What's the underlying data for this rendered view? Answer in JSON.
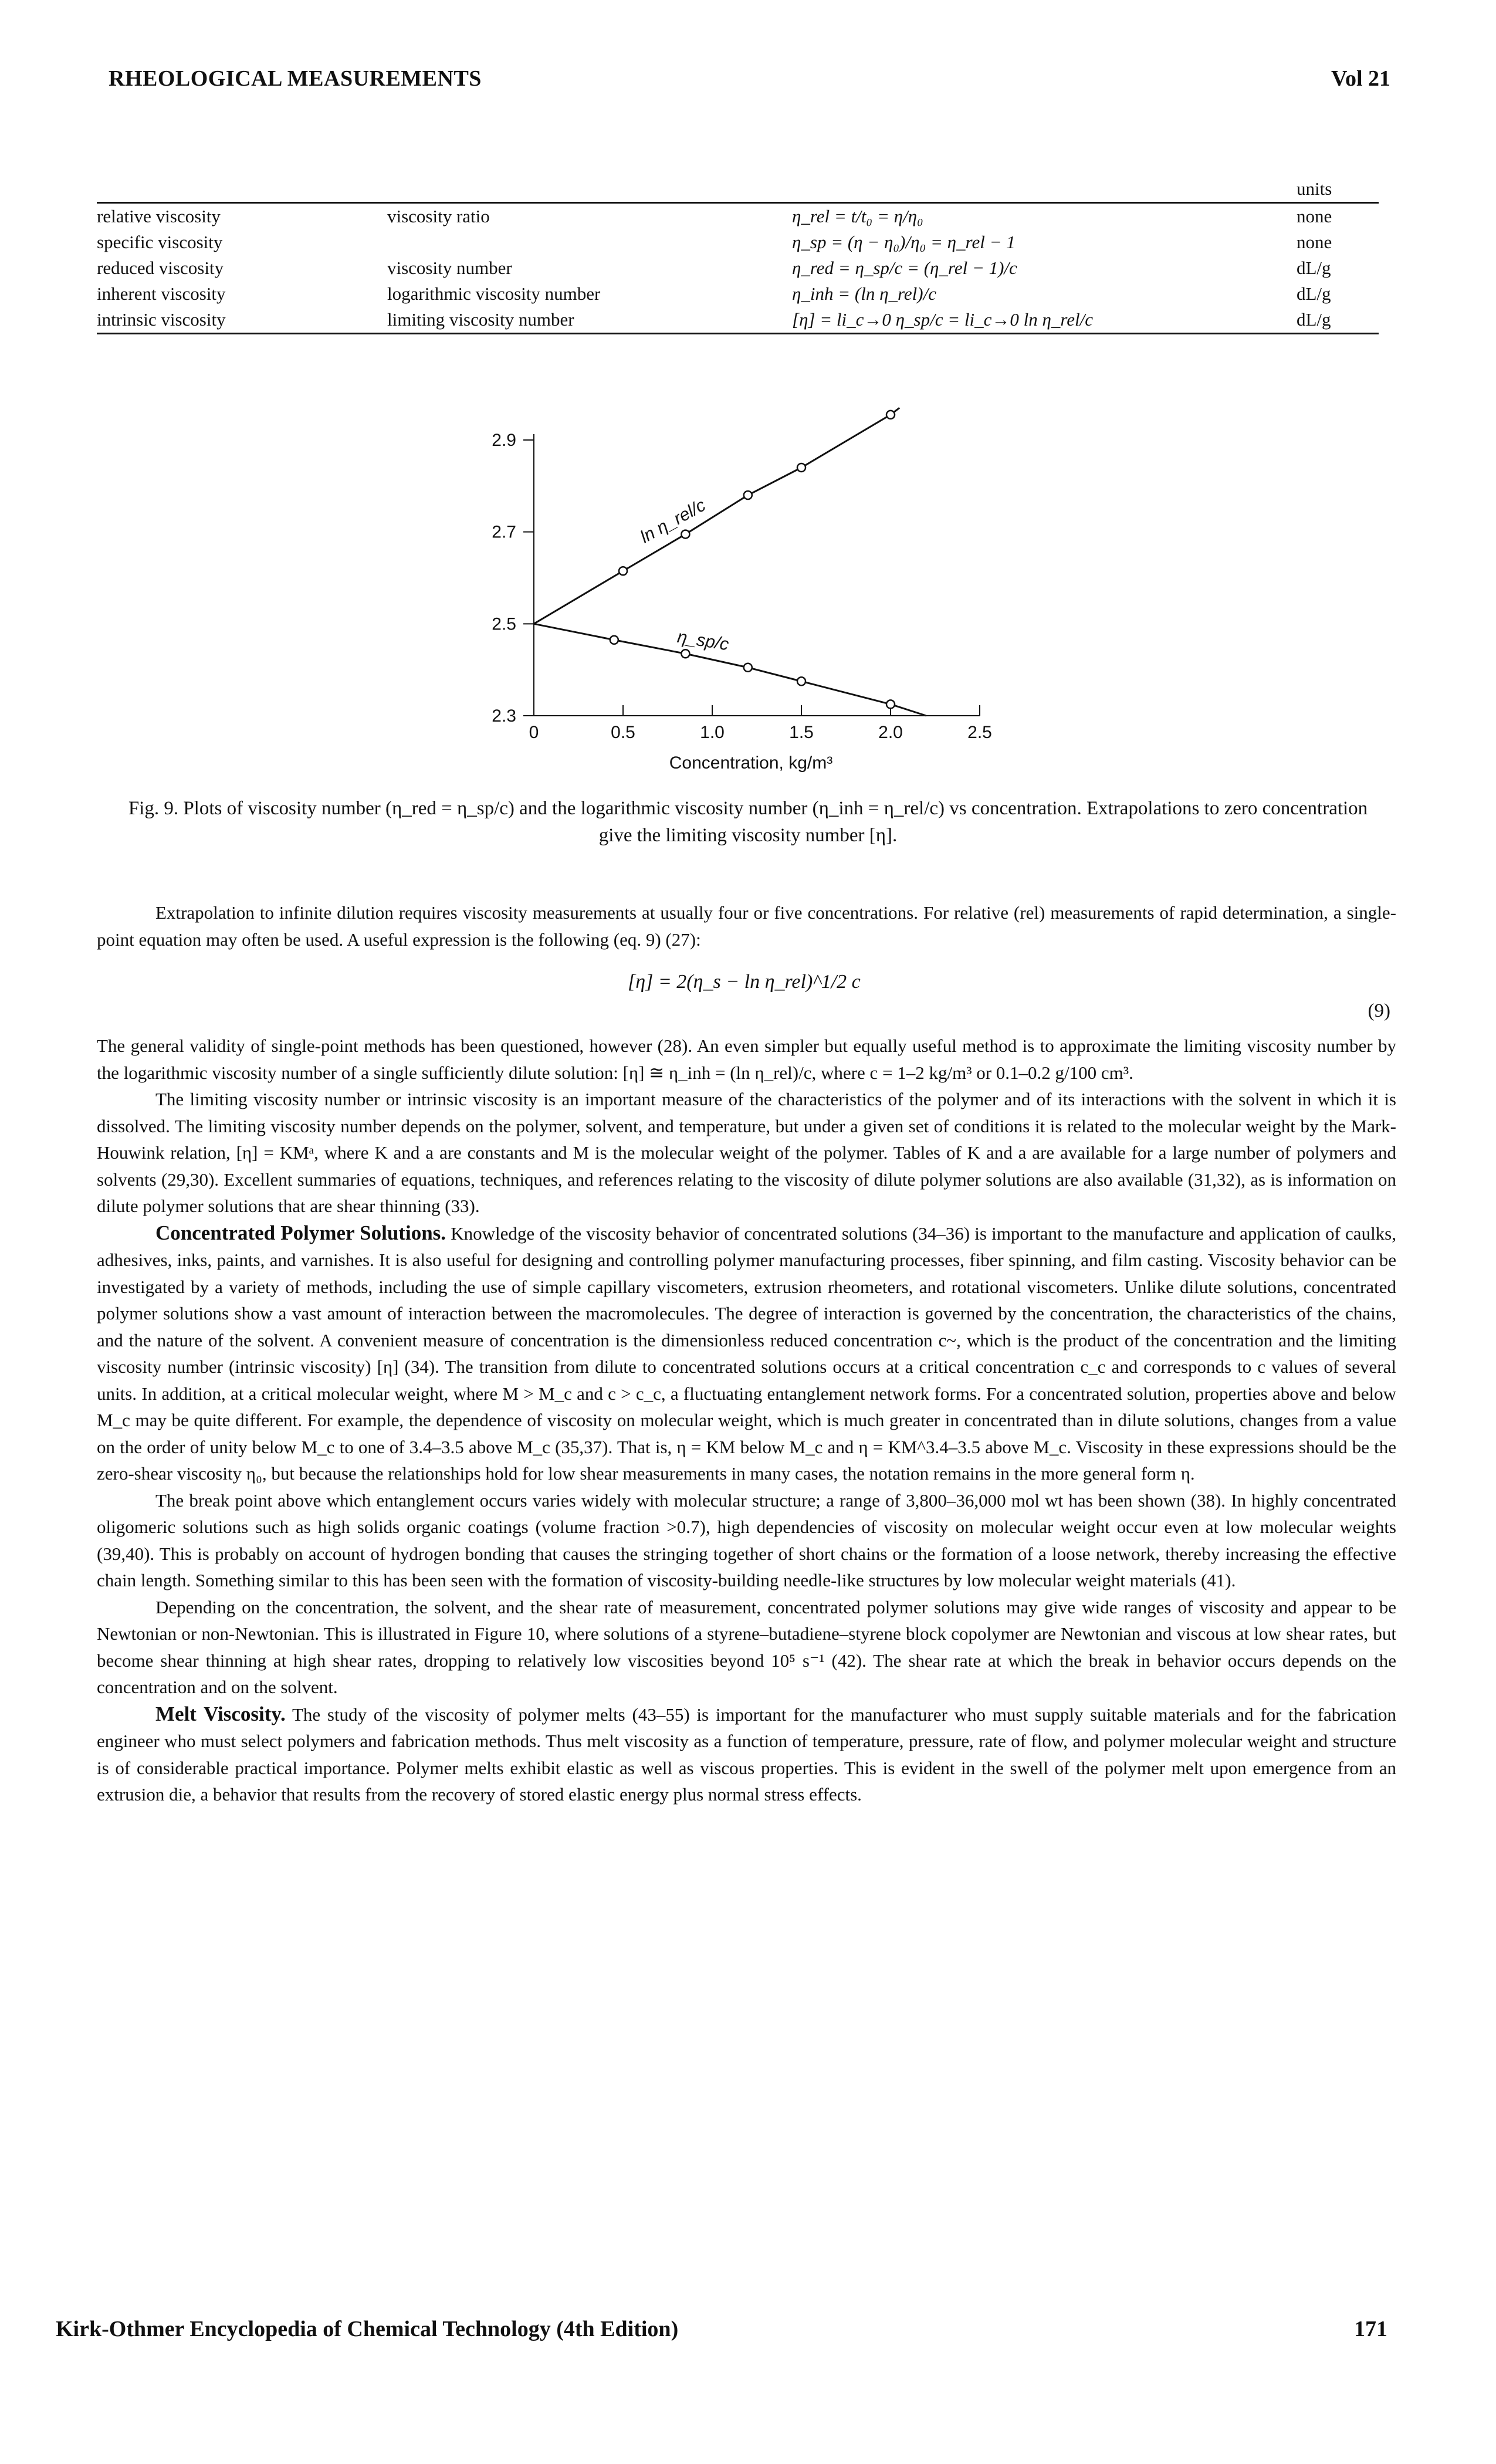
{
  "header": {
    "title": "RHEOLOGICAL MEASUREMENTS",
    "volume": "Vol 21"
  },
  "table": {
    "units_header": "units",
    "rows": [
      {
        "name": "relative viscosity",
        "alt": "viscosity ratio",
        "formula": "η_rel = t/t₀ = η/η₀",
        "unit": "none"
      },
      {
        "name": "specific viscosity",
        "alt": "",
        "formula": "η_sp = (η − η₀)/η₀ = η_rel − 1",
        "unit": "none"
      },
      {
        "name": "reduced viscosity",
        "alt": "viscosity number",
        "formula": "η_red = η_sp/c = (η_rel − 1)/c",
        "unit": "dL/g"
      },
      {
        "name": "inherent viscosity",
        "alt": "logarithmic viscosity number",
        "formula": "η_inh = (ln η_rel)/c",
        "unit": "dL/g"
      },
      {
        "name": "intrinsic viscosity",
        "alt": "limiting viscosity number",
        "formula": "[η] = li_c→0 η_sp/c = li_c→0 ln η_rel/c",
        "unit": "dL/g"
      }
    ]
  },
  "chart_data": {
    "type": "line",
    "xlabel": "Concentration, kg/m³",
    "ylabel": "",
    "x_ticks": [
      "0",
      "0.5",
      "1.0",
      "1.5",
      "2.0",
      "2.5"
    ],
    "y_ticks": [
      "2.3",
      "2.5",
      "2.7",
      "2.9"
    ],
    "xlim": [
      0,
      2.5
    ],
    "ylim": [
      2.3,
      2.9
    ],
    "series": [
      {
        "name": "ln η_rel/c",
        "x": [
          0.0,
          0.5,
          0.85,
          1.2,
          1.5,
          2.0
        ],
        "y": [
          2.5,
          2.615,
          2.695,
          2.78,
          2.84,
          2.955
        ]
      },
      {
        "name": "η_sp/c",
        "x": [
          0.0,
          0.45,
          0.85,
          1.2,
          1.5,
          2.0
        ],
        "y": [
          2.5,
          2.465,
          2.435,
          2.405,
          2.375,
          2.325
        ]
      }
    ]
  },
  "caption": {
    "line1": "Fig. 9. Plots of viscosity number (η_red = η_sp/c) and the logarithmic viscosity number (η_inh = η_rel/c) vs concentration. Extrapolations to zero concentration",
    "line2": "give the limiting viscosity number [η]."
  },
  "para1": "Extrapolation to infinite dilution requires viscosity measurements at usually four or five concentrations. For relative (rel) measurements of rapid determination, a single-point equation may often be used. A useful expression is the following (eq. 9) (27):",
  "equation9": "[η] = 2(η_s − ln η_rel)^1/2 c",
  "equation9_number": "(9)",
  "para2": "The general validity of single-point methods has been questioned, however (28). An even simpler but equally useful method is to approximate the limiting viscosity number by the logarithmic viscosity number of a single sufficiently dilute solution: [η] ≅ η_inh = (ln η_rel)/c, where c = 1–2 kg/m³ or 0.1–0.2 g/100 cm³.",
  "para3": "The limiting viscosity number or intrinsic viscosity is an important measure of the characteristics of the polymer and of its interactions with the solvent in which it is dissolved. The limiting viscosity number depends on the polymer, solvent, and temperature, but under a given set of conditions it is related to the molecular weight by the Mark-Houwink relation, [η] = KMᵃ, where K and a are constants and M is the molecular weight of the polymer. Tables of K and a are available for a large number of polymers and solvents (29,30). Excellent summaries of equations, techniques, and references relating to the viscosity of dilute polymer solutions are also available (31,32), as is information on dilute polymer solutions that are shear thinning (33).",
  "para4_heading": "Concentrated Polymer Solutions.",
  "para4": "Knowledge of the viscosity behavior of concentrated solutions (34–36) is important to the manufacture and application of caulks, adhesives, inks, paints, and varnishes. It is also useful for designing and controlling polymer manufacturing processes, fiber spinning, and film casting. Viscosity behavior can be investigated by a variety of methods, including the use of simple capillary viscometers, extrusion rheometers, and rotational viscometers. Unlike dilute solutions, concentrated polymer solutions show a vast amount of interaction between the macromolecules. The degree of interaction is governed by the concentration, the characteristics of the chains, and the nature of the solvent. A convenient measure of concentration is the dimensionless reduced concentration c~, which is the product of the concentration and the limiting viscosity number (intrinsic viscosity) [η] (34). The transition from dilute to concentrated solutions occurs at a critical concentration c_c and corresponds to c values of several units. In addition, at a critical molecular weight, where M > M_c and c > c_c, a fluctuating entanglement network forms. For a concentrated solution, properties above and below M_c may be quite different. For example, the dependence of viscosity on molecular weight, which is much greater in concentrated than in dilute solutions, changes from a value on the order of unity below M_c to one of 3.4–3.5 above M_c (35,37). That is, η = KM below M_c and η = KM^3.4–3.5 above M_c. Viscosity in these expressions should be the zero-shear viscosity η₀, but because the relationships hold for low shear measurements in many cases, the notation remains in the more general form η.",
  "para5": "The break point above which entanglement occurs varies widely with molecular structure; a range of 3,800–36,000 mol wt has been shown (38). In highly concentrated oligomeric solutions such as high solids organic coatings (volume fraction >0.7), high dependencies of viscosity on molecular weight occur even at low molecular weights (39,40). This is probably on account of hydrogen bonding that causes the stringing together of short chains or the formation of a loose network, thereby increasing the effective chain length. Something similar to this has been seen with the formation of viscosity-building needle-like structures by low molecular weight materials (41).",
  "para6": "Depending on the concentration, the solvent, and the shear rate of measurement, concentrated polymer solutions may give wide ranges of viscosity and appear to be Newtonian or non-Newtonian. This is illustrated in Figure 10, where solutions of a styrene–butadiene–styrene block copolymer are Newtonian and viscous at low shear rates, but become shear thinning at high shear rates, dropping to relatively low viscosities beyond 10⁵ s⁻¹ (42). The shear rate at which the break in behavior occurs depends on the concentration and on the solvent.",
  "para7_heading": "Melt Viscosity.",
  "para7": "The study of the viscosity of polymer melts (43–55) is important for the manufacturer who must supply suitable materials and for the fabrication engineer who must select polymers and fabrication methods. Thus melt viscosity as a function of temperature, pressure, rate of flow, and polymer molecular weight and structure is of considerable practical importance. Polymer melts exhibit elastic as well as viscous properties. This is evident in the swell of the polymer melt upon emergence from an extrusion die, a behavior that results from the recovery of stored elastic energy plus normal stress effects.",
  "footer": {
    "source": "Kirk-Othmer Encyclopedia of Chemical Technology (4th Edition)",
    "page": "171"
  }
}
